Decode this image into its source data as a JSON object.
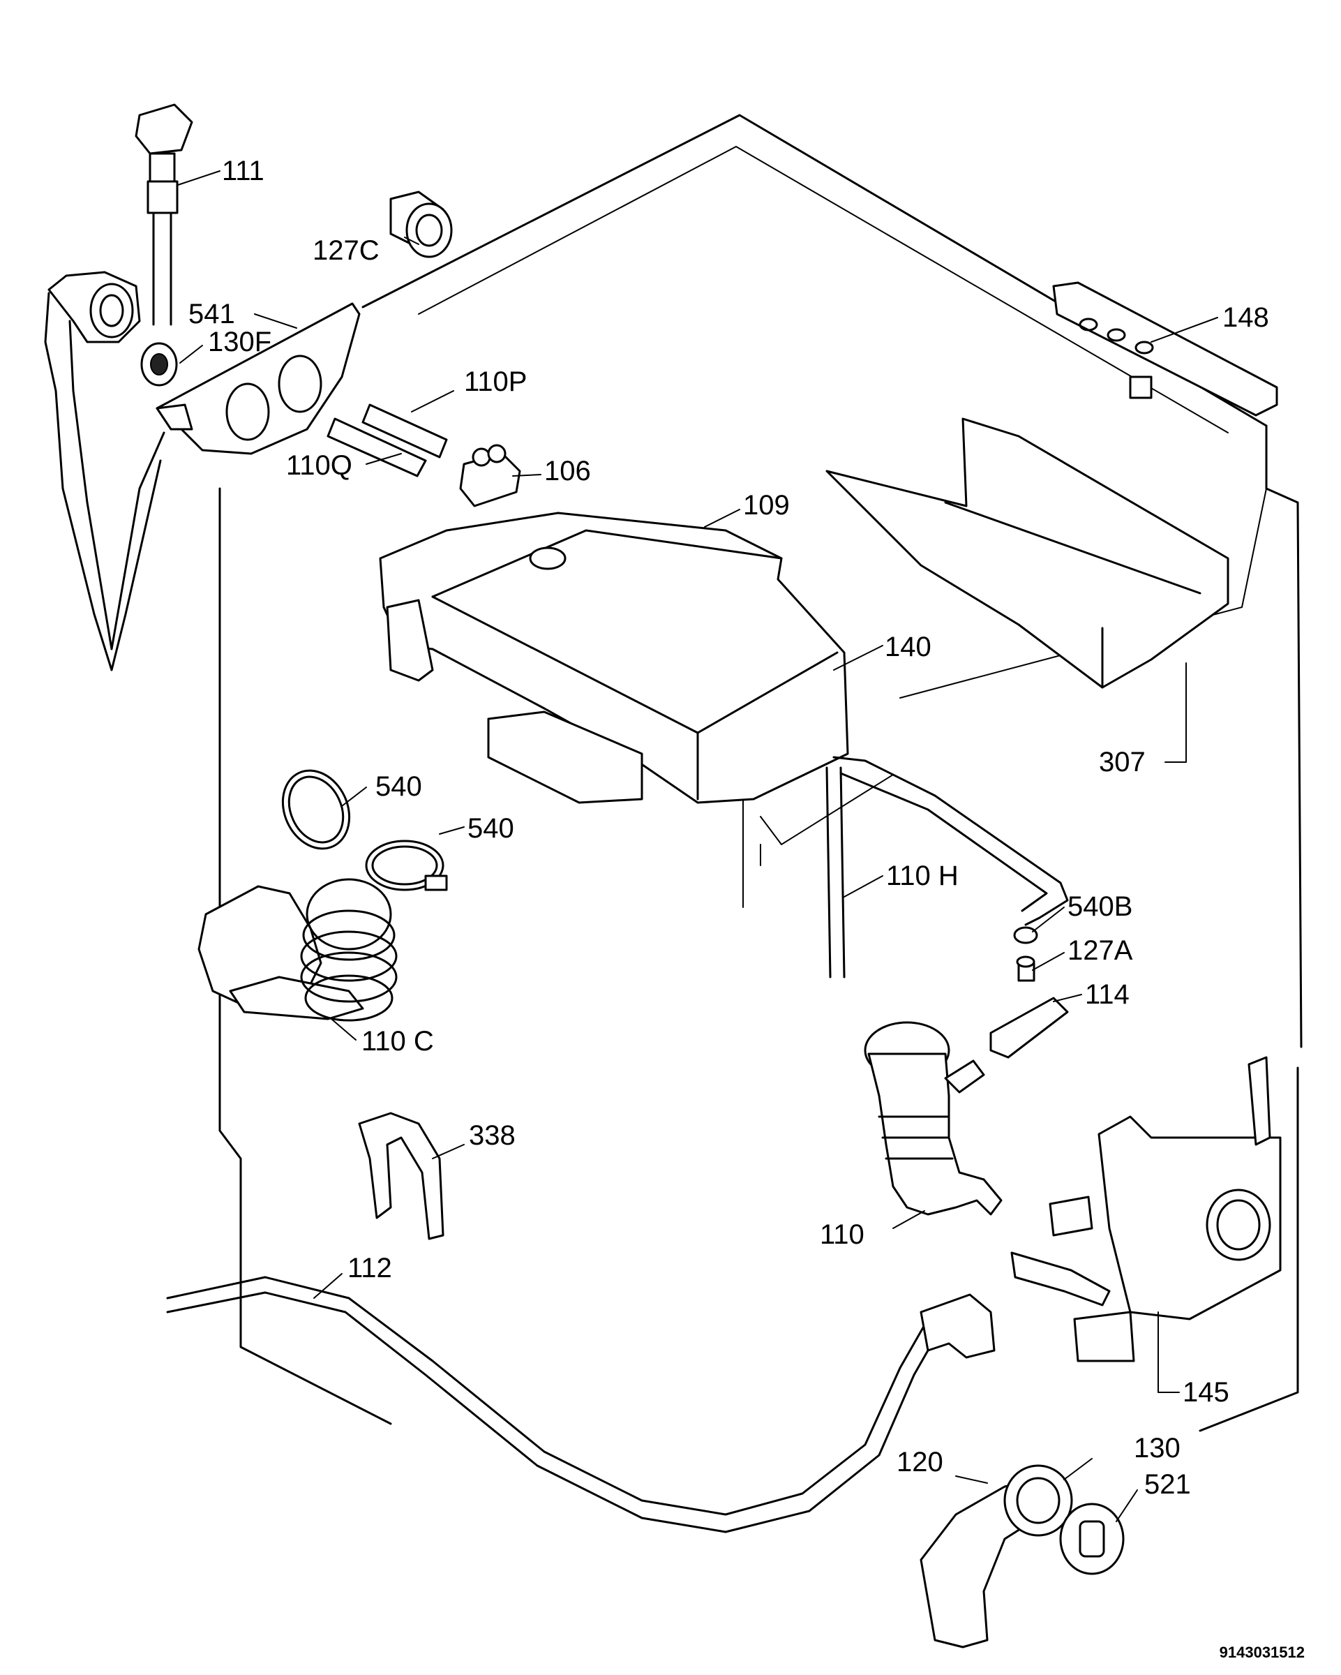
{
  "labels": [
    {
      "id": "111",
      "text": "111"
    },
    {
      "id": "127c",
      "text": "127C"
    },
    {
      "id": "541",
      "text": "541"
    },
    {
      "id": "130f",
      "text": "130F"
    },
    {
      "id": "110p",
      "text": "110P"
    },
    {
      "id": "110q",
      "text": "110Q"
    },
    {
      "id": "106",
      "text": "106"
    },
    {
      "id": "109",
      "text": "109"
    },
    {
      "id": "148",
      "text": "148"
    },
    {
      "id": "140",
      "text": "140"
    },
    {
      "id": "307",
      "text": "307"
    },
    {
      "id": "540a",
      "text": "540"
    },
    {
      "id": "540b",
      "text": "540"
    },
    {
      "id": "110h",
      "text": "110 H"
    },
    {
      "id": "540B",
      "text": "540B"
    },
    {
      "id": "127a",
      "text": "127A"
    },
    {
      "id": "114",
      "text": "114"
    },
    {
      "id": "110c",
      "text": "110 C"
    },
    {
      "id": "338",
      "text": "338"
    },
    {
      "id": "110",
      "text": "110"
    },
    {
      "id": "112",
      "text": "112"
    },
    {
      "id": "145",
      "text": "145"
    },
    {
      "id": "120",
      "text": "120"
    },
    {
      "id": "130",
      "text": "130"
    },
    {
      "id": "521",
      "text": "521"
    }
  ],
  "reference_code": "9143031512"
}
